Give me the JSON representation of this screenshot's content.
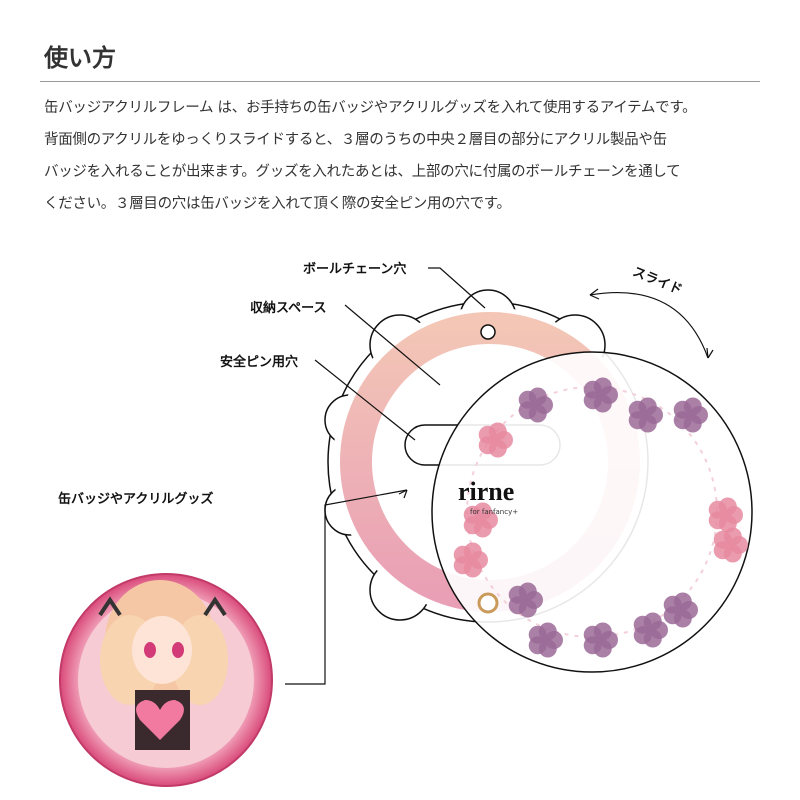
{
  "heading": "使い方",
  "description": [
    "缶バッジアクリルフレーム は、お手持ちの缶バッジやアクリルグッズを入れて使用するアイテムです。",
    "背面側のアクリルをゆっくりスライドすると、３層のうちの中央２層目の部分にアクリル製品や缶",
    "バッジを入れることが出来ます。グッズを入れたあとは、上部の穴に付属のボールチェーンを通して",
    "ください。３層目の穴は缶バッジを入れて頂く際の安全ピン用の穴です。"
  ],
  "labels": {
    "ball_chain_hole": "ボールチェーン穴",
    "storage_space": "収納スペース",
    "safety_pin_hole": "安全ピン用穴",
    "slide": "スライド",
    "badge_goods": "缶バッジやアクリルグッズ"
  },
  "logo": {
    "text": "rirne",
    "subtext": "for fanfancy+"
  },
  "colors": {
    "ring_top": "#f2c3b6",
    "ring_bottom": "#e9a0b4",
    "sakura_purple": "#9b6a98",
    "sakura_pink": "#e88aa0",
    "badge_pink": "#e0507f"
  }
}
